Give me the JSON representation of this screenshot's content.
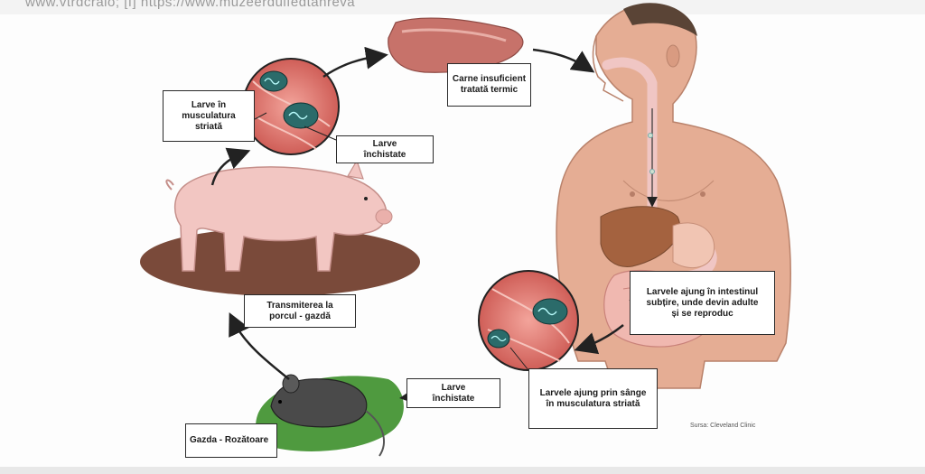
{
  "header": {
    "partial_text": "www.vtrdcraio; [f] https://www.muzeerdulfedtanreva"
  },
  "labels": {
    "carne": "Carne insuficient\ntratată termic",
    "larve_musculatura": "Larve în\nmusculatura striată",
    "larve_inchistate_top": "Larve\nînchistate",
    "intestin": "Larvele ajung în intestinul\nsubțire, unde devin adulte\nși se reproduc",
    "transmiterea": "Transmiterea la\nporcul - gazdă",
    "larve_inchistate_bottom": "Larve\nînchistate",
    "sange": "Larvele ajung prin sânge\nîn musculatura striată",
    "gazda": "Gazda - Rozătoare"
  },
  "source": "Sursa: Cleveland Clinic",
  "colors": {
    "skin": "#e8b29a",
    "skin_shadow": "#c98f76",
    "meat": "#c9736b",
    "pig": "#f2c6c2",
    "mud": "#7a4a3a",
    "grass": "#4f9a3f",
    "muscle": "#d9655e",
    "cyst": "#2b6b6a",
    "liver": "#a0603f",
    "arrow": "#222222"
  }
}
